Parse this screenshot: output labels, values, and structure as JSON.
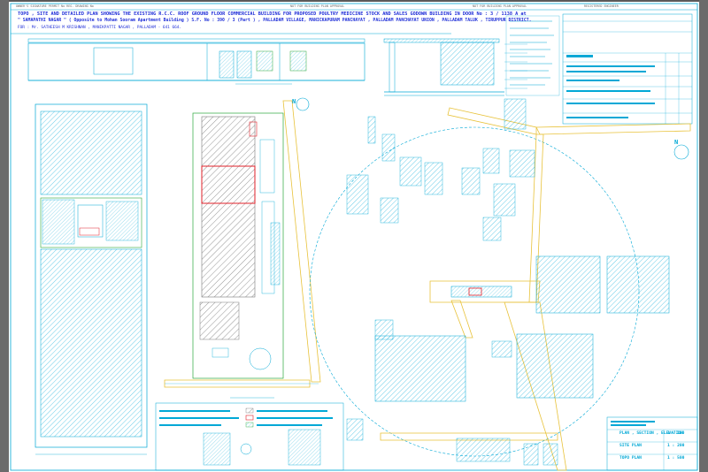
{
  "viewer": {
    "background": "#5a5a5a",
    "paper": "#ffffff"
  },
  "drawing": {
    "title_line_1": "TOPO , SITE AND DETAILED PLAN SHOWING THE EXISTING R.C.C. ROOF GROUND FLOOR COMMERCIAL BUILDING FOR PROPOSED POULTRY MEDICINE STOCK AND SALES GODOWN BUILDING IN DOOR No : 3 / 1138 A at",
    "title_line_2": "\" SAMAPATHI NAGAR \" ( Opposite to Mohan Sooram Apartment Building ) S.F. No : 390 / 3 (Part ) , PALLADAM VILLAGE, MANICKAPURAM PANCHAYAT , PALLADAM PANCHAYAT UNION , PALLADAM TALUK , TIRUPPUR DISTRICT.",
    "title_line_3": "FOR : Mr. SATHEESH M KRISHNAN , MANIKPATTI NAGAR , PALLADAM - 641 664.",
    "header_1": "OWNER'S SIGNATURE   PERMIT No   REG. DRAWING No",
    "header_2": "NOT FOR BUILDING PLAN APPROVAL",
    "header_3": "NOT FOR BUILDING PLAN APPROVAL",
    "header_4": "REGISTERED ENGINEER",
    "north_plan": "N",
    "north_topo": "N",
    "scales": {
      "plan_label": "PLAN , SECTION , ELEVATION",
      "plan_value": "1 : 100",
      "site_label": "SITE PLAN",
      "site_value": "1 : 200",
      "topo_label": "TOPO PLAN",
      "topo_value": "1 : 500"
    },
    "colors": {
      "linework": "#00a8d6",
      "title": "#1f2fd8",
      "highlight": "#e0202a",
      "green": "#2aa83a",
      "road": "#e8c23a",
      "hatch": "#7a7a7a"
    }
  }
}
